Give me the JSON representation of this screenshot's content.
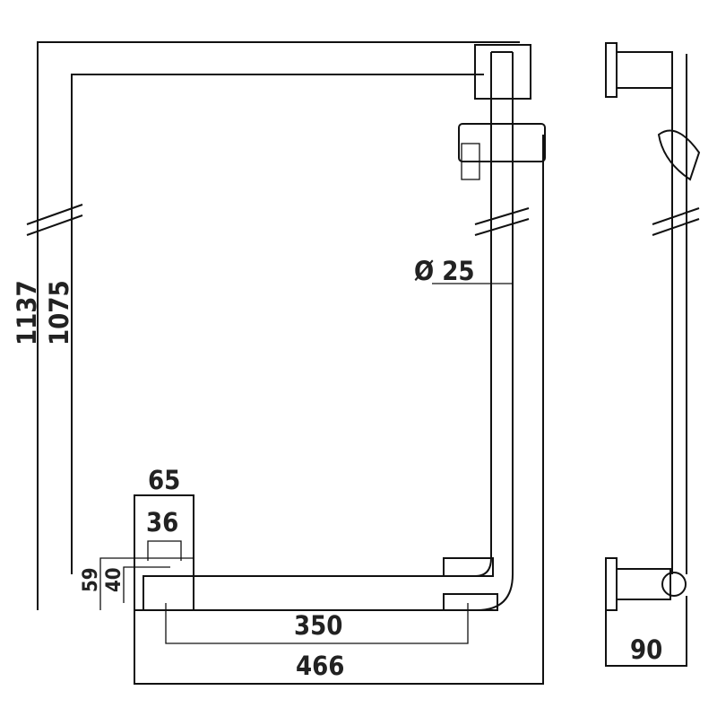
{
  "title": "Grab bar with shower slide rail – dimensional drawing",
  "dimensions": {
    "overall_height": "1137",
    "rail_height": "1075",
    "diameter": "Ø 25",
    "bracket_width": "65",
    "bracket_screw_spacing": "36",
    "bracket_height": "59",
    "bracket_screw_height": "40",
    "bracket_spacing": "350",
    "overall_width": "466",
    "wall_projection": "90"
  }
}
